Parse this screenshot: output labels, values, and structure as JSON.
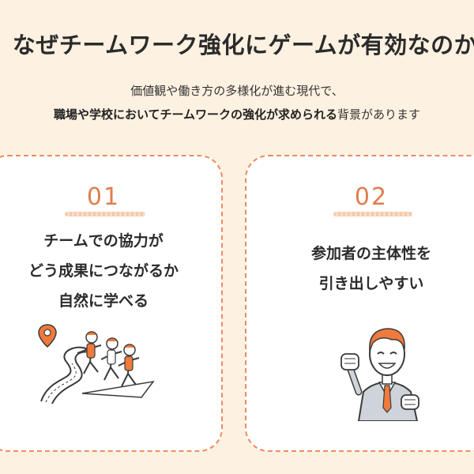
{
  "header": {
    "title": "なぜチームワーク強化にゲームが有効なのか",
    "subtitle_line1": "価値観や働き方の多様化が進む現代で、",
    "subtitle_line2_pre": "職場や学校においてチームワークの強化が求められる",
    "subtitle_line2_post": "背景があります"
  },
  "cards": [
    {
      "number": "01",
      "lines": [
        "チームでの協力が",
        "どう成果につながるか",
        "自然に学べる"
      ],
      "illustration": "team-running-to-goal-illustration"
    },
    {
      "number": "02",
      "lines": [
        "参加者の主体性を",
        "引き出しやすい"
      ],
      "illustration": "businessman-fist-pump-illustration"
    }
  ],
  "colors": {
    "background": "#fdf1e1",
    "accent": "#e07d4e",
    "dashed_border": "#ec8d5e",
    "card_bg": "#ffffff"
  }
}
